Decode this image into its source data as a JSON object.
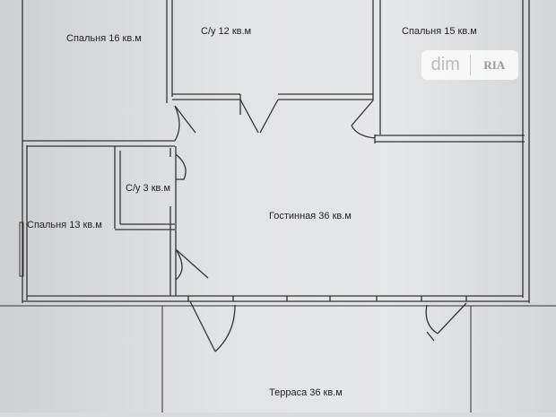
{
  "rooms": {
    "bedroom_16": "Спальня 16 кв.м",
    "bathroom_12": "С/у 12 кв.м",
    "bedroom_15": "Спальня 15 кв.м",
    "bathroom_3": "С/у 3 кв.м",
    "bedroom_13": "Спальня 13 кв.м",
    "living_room": "Гостинная 36 кв.м",
    "terrace": "Терраса 36 кв.м"
  },
  "watermark": {
    "left": "dim",
    "right": "RIA"
  }
}
